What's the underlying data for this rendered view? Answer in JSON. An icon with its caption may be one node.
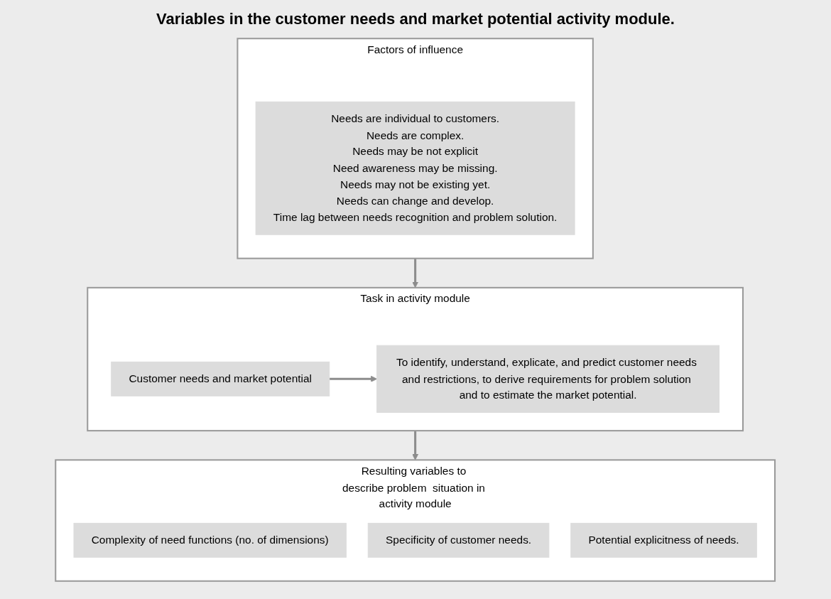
{
  "diagram": {
    "title": "Variables in the customer needs and market potential activity module.",
    "nodes": [
      {
        "text": [
          "Factors of influence"
        ]
      },
      {
        "text": [
          "Needs are individual to customers.",
          "Needs are complex.",
          "Needs may be not explicit",
          "Need awareness may be missing.",
          "Needs may not be existing yet.",
          "Needs can  change and develop.",
          "Time lag between needs recognition and problem solution."
        ],
        "in": 0
      },
      {
        "text": [
          "Task in activity module"
        ]
      },
      {
        "text": [
          "Customer needs and market potential"
        ],
        "in": 2
      },
      {
        "text": [
          "To identify, understand, explicate, and predict customer needs and restrictions, to derive requirements for problem solution and to estimate the market potential."
        ],
        "in": 2
      },
      {
        "text": [
          "Resulting variables to describe problem  situation in activity module"
        ]
      },
      {
        "text": [
          "Complexity of need functions  (no. of dimensions)"
        ],
        "in": 5
      },
      {
        "text": [
          "Specificity of customer needs."
        ],
        "in": 5
      },
      {
        "text": [
          "Potential explicitness of needs."
        ],
        "in": 5
      }
    ],
    "edges": [
      {
        "from": 0,
        "to": 2,
        "arrow": "to"
      },
      {
        "from": 3,
        "to": 4,
        "arrow": "to"
      },
      {
        "from": 2,
        "to": 5,
        "arrow": "to"
      }
    ]
  }
}
